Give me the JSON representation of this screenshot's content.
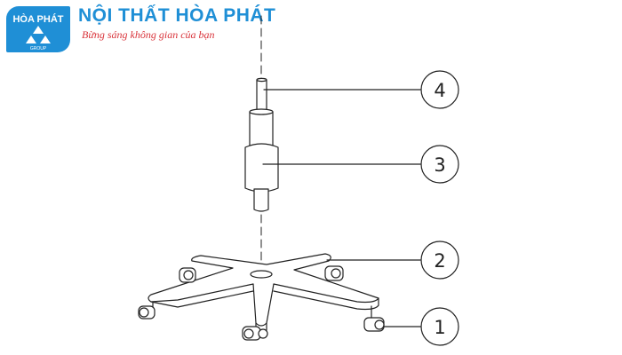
{
  "brand": {
    "logo_text": "HÒA PHÁT",
    "logo_subtext": "GROUP",
    "name": "NỘI THẤT HÒA PHÁT",
    "slogan": "Bừng sáng không gian của bạn"
  },
  "diagram": {
    "callouts": [
      {
        "number": "4"
      },
      {
        "number": "3"
      },
      {
        "number": "2"
      },
      {
        "number": "1"
      }
    ]
  }
}
